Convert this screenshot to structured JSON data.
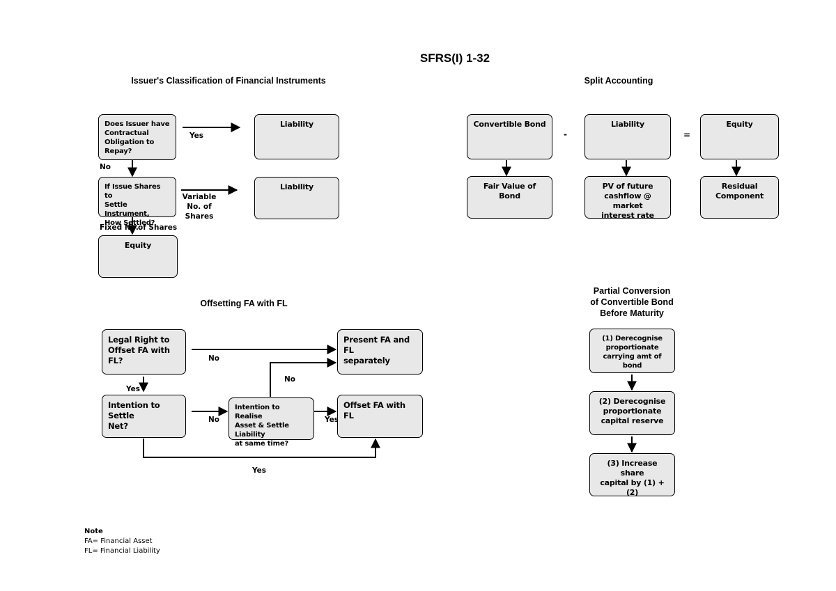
{
  "page_title": "SFRS(I) 1-32",
  "sections": {
    "classification": {
      "title": "Issuer's Classification of Financial Instruments",
      "q1": "Does Issuer have\nContractual\nObligation to\nRepay?",
      "liability_1": "Liability",
      "yes_label": "Yes",
      "no_label": "No",
      "q2": "If Issue Shares to\nSettle Instrument,\nHow Settled?",
      "liability_2": "Liability",
      "variable_label": "Variable\nNo. of\nShares",
      "fixed_label": "Fixed No.",
      "of_shares_label": "of Shares",
      "equity": "Equity"
    },
    "split": {
      "title": "Split Accounting",
      "convertible_bond": "Convertible Bond",
      "minus": "-",
      "liability": "Liability",
      "equals": "=",
      "equity": "Equity",
      "fair_value": "Fair Value of Bond",
      "pv": "PV of future\ncashflow @ market\ninterest rate",
      "residual": "Residual\nComponent"
    },
    "offsetting": {
      "title": "Offsetting FA with FL",
      "legal_right": "Legal Right to\nOffset FA with FL?",
      "present_separately": "Present FA and FL\nseparately",
      "no_label_1": "No",
      "yes_label_1": "Yes",
      "no_label_2": "No",
      "intention_net": "Intention to Settle\nNet?",
      "no_label_3": "No",
      "intention_realise": "Intention to Realise\nAsset & Settle Liability\nat same time?",
      "yes_label_2": "Yes",
      "offset": "Offset FA with FL",
      "yes_label_3": "Yes"
    },
    "partial": {
      "title": "Partial Conversion\nof Convertible Bond\nBefore Maturity",
      "step1": "(1) Derecognise\nproportionate\ncarrying amt of bond",
      "step2": "(2) Derecognise\nproportionate\ncapital reserve",
      "step3": "(3) Increase share\ncapital by (1) + (2)"
    }
  },
  "note": {
    "heading": "Note",
    "fa": "FA= Financial Asset",
    "fl": "FL= Financial Liability"
  }
}
